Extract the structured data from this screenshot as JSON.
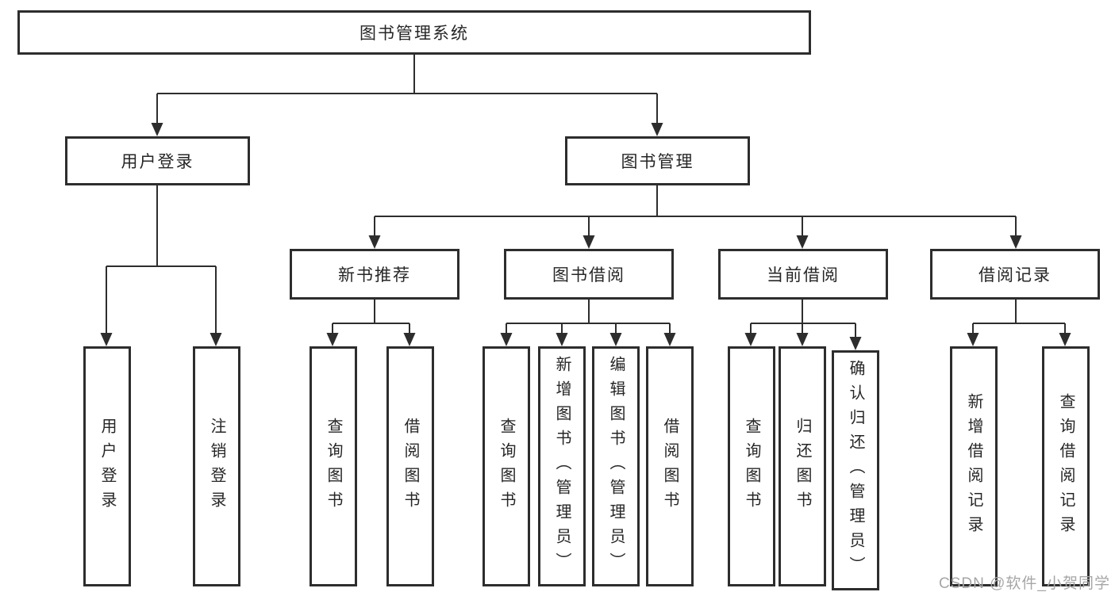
{
  "root": {
    "label": "图书管理系统"
  },
  "branches": [
    {
      "label": "用户登录"
    },
    {
      "label": "图书管理"
    }
  ],
  "sections": [
    {
      "label": "新书推荐",
      "parent": "图书管理"
    },
    {
      "label": "图书借阅",
      "parent": "图书管理"
    },
    {
      "label": "当前借阅",
      "parent": "图书管理"
    },
    {
      "label": "借阅记录",
      "parent": "图书管理"
    }
  ],
  "leaves": [
    {
      "label": "用户登录",
      "parent": "用户登录"
    },
    {
      "label": "注销登录",
      "parent": "用户登录"
    },
    {
      "label": "查询图书",
      "parent": "新书推荐"
    },
    {
      "label": "借阅图书",
      "parent": "新书推荐"
    },
    {
      "label": "查询图书",
      "parent": "图书借阅"
    },
    {
      "label": "新增图书（管理员）",
      "parent": "图书借阅"
    },
    {
      "label": "编辑图书（管理员）",
      "parent": "图书借阅"
    },
    {
      "label": "借阅图书",
      "parent": "图书借阅"
    },
    {
      "label": "查询图书",
      "parent": "当前借阅"
    },
    {
      "label": "归还图书",
      "parent": "当前借阅"
    },
    {
      "label": "确认归还（管理员）",
      "parent": "当前借阅"
    },
    {
      "label": "新增借阅记录",
      "parent": "借阅记录"
    },
    {
      "label": "查询借阅记录",
      "parent": "借阅记录"
    }
  ],
  "watermark": {
    "text": "CSDN @软件_小贺同学"
  },
  "colors": {
    "line": "#2d2d2d",
    "box_border": "#2d2d2d",
    "text": "#262626",
    "background": "#ffffff",
    "watermark": "#a6a6a6"
  }
}
